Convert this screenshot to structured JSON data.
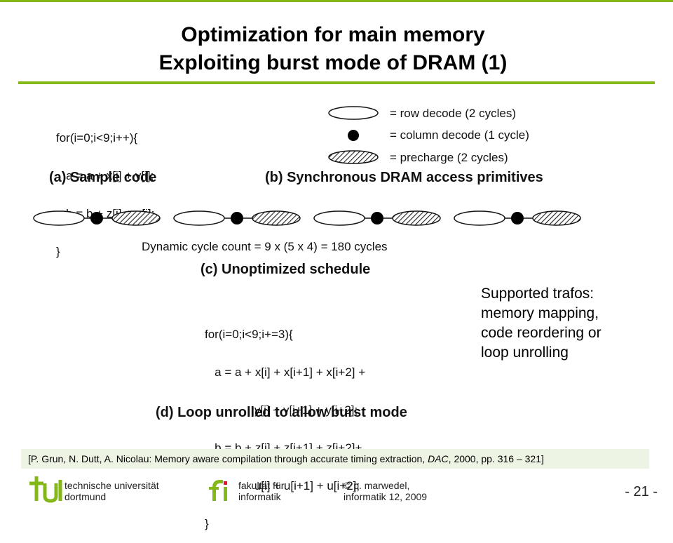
{
  "slide": {
    "title_line1": "Optimization for main memory",
    "title_line2": "Exploiting burst mode of DRAM  (1)"
  },
  "figure": {
    "code_a": [
      "for(i=0;i<9;i++){",
      "   a = a + x[i] + y[i];",
      "   b = b + z[i] + u[i];",
      "}"
    ],
    "caption_a": "(a) Sample code",
    "legend": [
      {
        "shape": "open-ellipse",
        "label": "= row decode (2 cycles)"
      },
      {
        "shape": "filled-dot",
        "label": "= column decode (1 cycle)"
      },
      {
        "shape": "hatched-ellipse",
        "label": "= precharge (2 cycles)"
      }
    ],
    "caption_b": "(b) Synchronous DRAM access primitives",
    "schedule_groups": 4,
    "dynamic_count": "Dynamic cycle count = 9 x (5 x 4) = 180 cycles",
    "caption_c": "(c) Unoptimized schedule",
    "code_d": [
      "for(i=0;i<9;i+=3){",
      "   a = a + x[i] + x[i+1] + x[i+2] +",
      "               y[i] + y[i+1] + y[i+2];",
      "   b = b + z[i] + z[i+1] + z[i+2]+",
      "               u[i] + u[i+1] + u[i+2];",
      "}"
    ],
    "caption_d": "(d) Loop unrolled to allow burst mode"
  },
  "trafos": [
    "Supported trafos:",
    "memory mapping,",
    "code reordering or",
    "loop unrolling"
  ],
  "citation": {
    "prefix": "[P. Grun, N. Dutt, A. Nicolau: Memory aware compilation through accurate timing extraction, ",
    "venue": "DAC",
    "suffix": ", 2000, pp. 316 – 321]"
  },
  "footer": {
    "university_line1": "technische universität",
    "university_line2": "dortmund",
    "faculty_line1": "fakultät für",
    "faculty_line2": "informatik",
    "author_line1": "© p. marwedel,",
    "author_line2": "informatik 12,  2009",
    "page_number": "-  21 -"
  },
  "colors": {
    "accent_green": "#84b819",
    "citation_bg": "#eef4e4"
  }
}
